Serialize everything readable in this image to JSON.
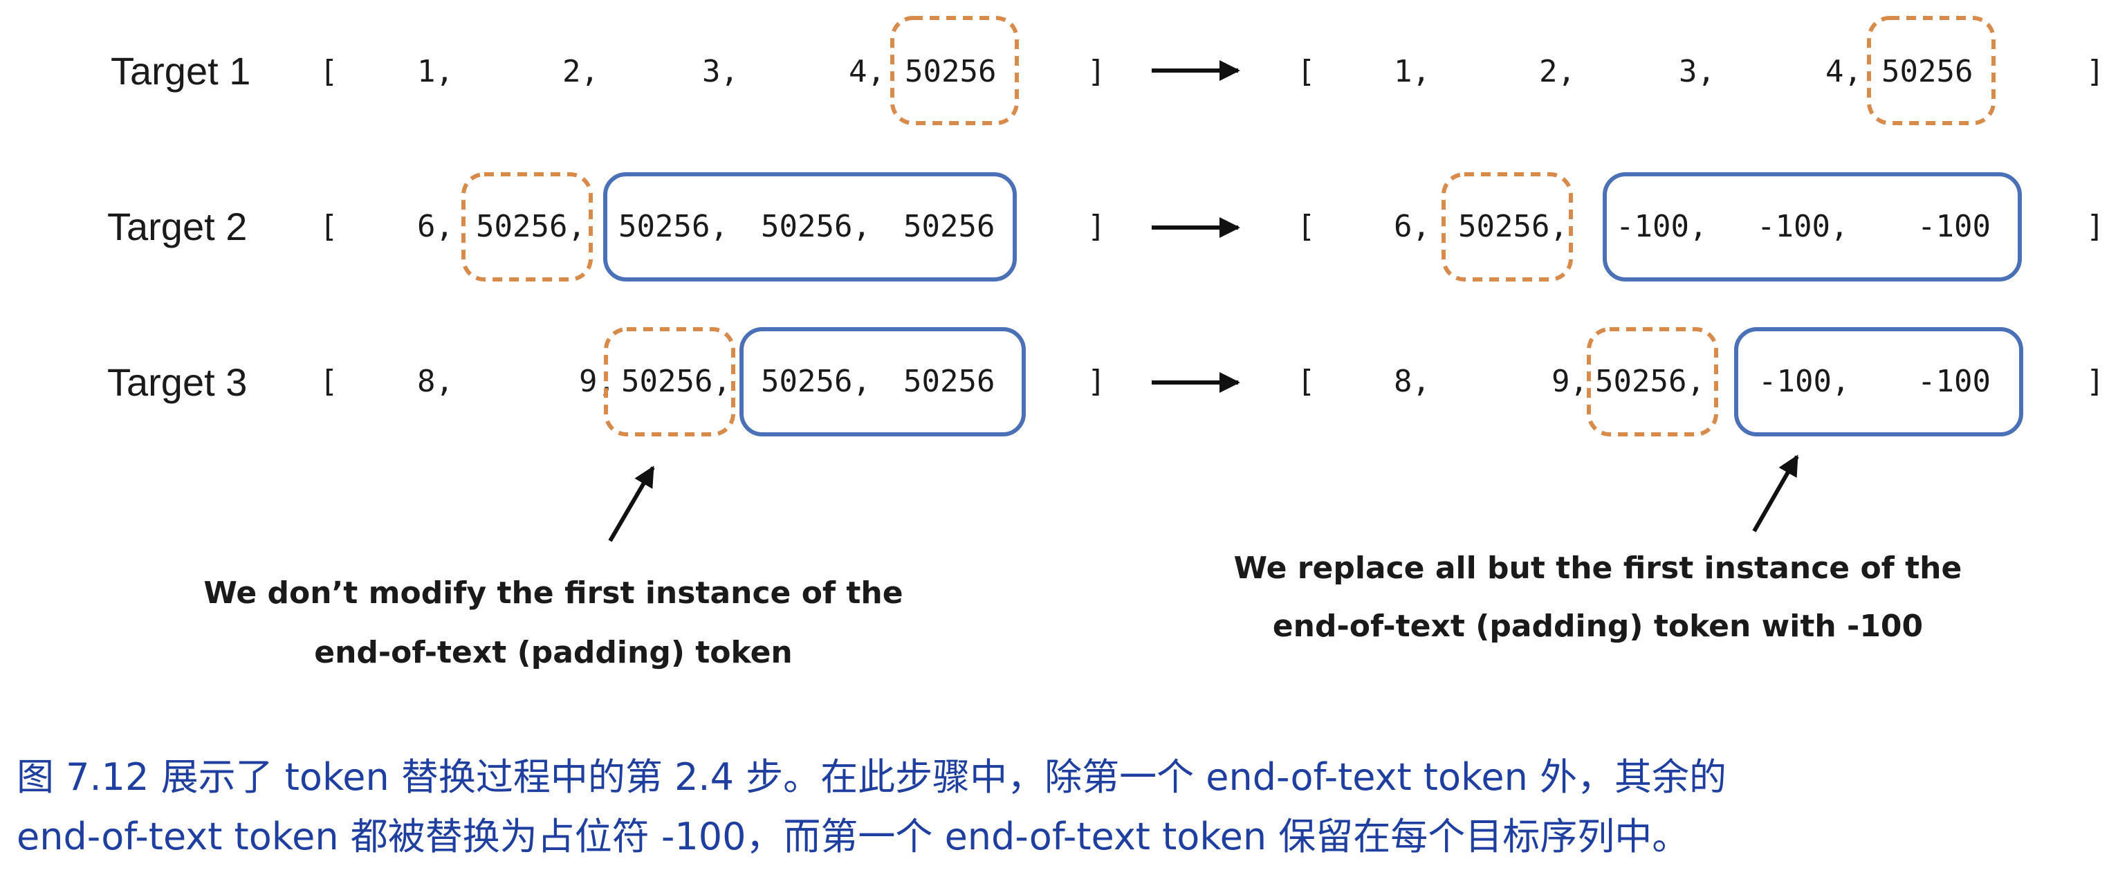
{
  "rows": [
    {
      "label": "Target 1",
      "left": {
        "open": "[",
        "close": "]",
        "tokens": [
          "1,",
          "2,",
          "3,",
          "4,",
          "50256"
        ]
      },
      "right": {
        "open": "[",
        "close": "]",
        "tokens": [
          "1,",
          "2,",
          "3,",
          "4,",
          "50256"
        ]
      }
    },
    {
      "label": "Target 2",
      "left": {
        "open": "[",
        "close": "]",
        "tokens": [
          "6,",
          "50256,",
          "50256,",
          "50256,",
          "50256"
        ]
      },
      "right": {
        "open": "[",
        "close": "]",
        "tokens": [
          "6,",
          "50256,",
          "-100,",
          "-100,",
          "-100"
        ]
      }
    },
    {
      "label": "Target 3",
      "left": {
        "open": "[",
        "close": "]",
        "tokens": [
          "8,",
          "9,",
          "50256,",
          "50256,",
          "50256"
        ]
      },
      "right": {
        "open": "[",
        "close": "]",
        "tokens": [
          "8,",
          "9,",
          "50256,",
          "-100,",
          "-100"
        ]
      }
    }
  ],
  "annotations": {
    "left": [
      "We don’t modify the first instance of the",
      "end-of-text (padding) token"
    ],
    "right": [
      "We replace all but the first instance of the",
      "end-of-text (padding) token with -100"
    ]
  },
  "caption": [
    "图 7.12 展示了 token 替换过程中的第 2.4 步。在此步骤中，除第一个 end-of-text token 外，其余的",
    "end-of-text token 都被替换为占位符 -100，而第一个 end-of-text token 保留在每个目标序列中。"
  ],
  "colors": {
    "dashed_box": "#d88a4a",
    "solid_box": "#4a70b8",
    "caption_text": "#1f3fa0"
  }
}
